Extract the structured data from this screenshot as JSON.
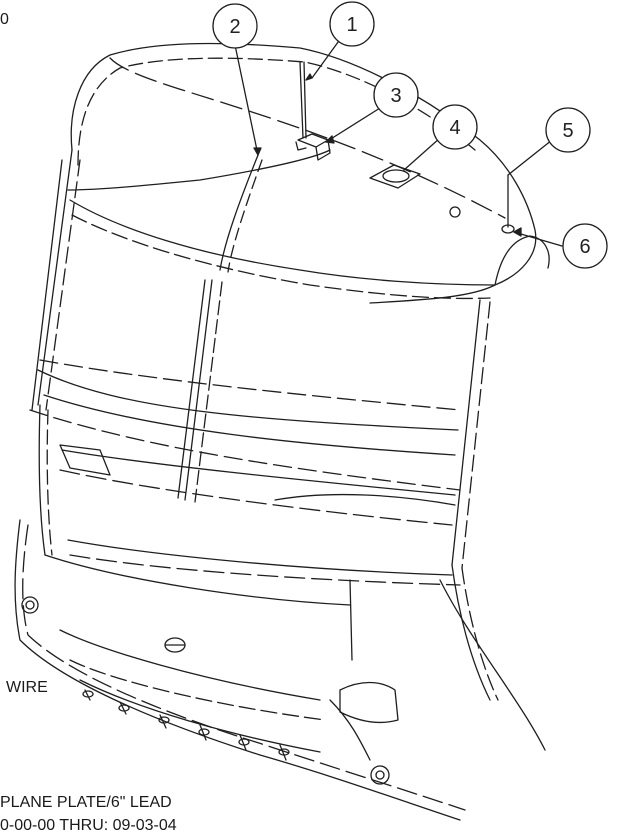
{
  "labels": {
    "corner_fragment": "0",
    "wire_fragment": "WIRE",
    "plate_fragment": "PLANE PLATE/6\" LEAD",
    "date_fragment": "0-00-00  THRU:  09-03-04"
  },
  "callouts": [
    "1",
    "2",
    "3",
    "4",
    "5",
    "6"
  ]
}
